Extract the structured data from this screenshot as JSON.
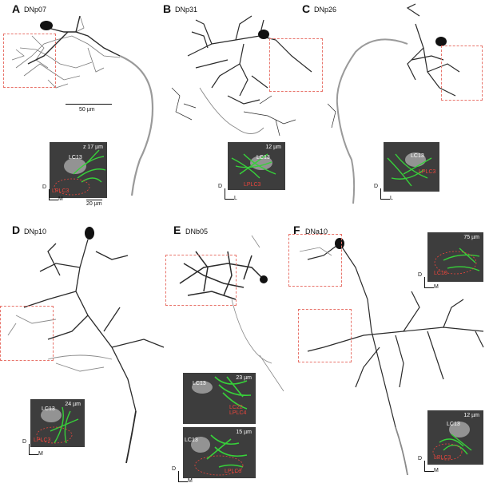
{
  "panels": [
    {
      "letter": "A",
      "name": "DNp07",
      "inset_depth": "z 17 µm",
      "inset_white_label": "LC13",
      "inset_red_label": "LPLC3",
      "axis_vertical": "D",
      "axis_horizontal": "M",
      "scalebar_main": "50 µm",
      "scalebar_inset": "20 µm"
    },
    {
      "letter": "B",
      "name": "DNp31",
      "inset_depth": "12 µm",
      "inset_white_label": "LC13",
      "inset_red_label": "LPLC3",
      "axis_vertical": "D",
      "axis_horizontal": "L"
    },
    {
      "letter": "C",
      "name": "DNp26",
      "inset_depth": "",
      "inset_white_label": "LC13",
      "inset_red_label": "LPLC3",
      "axis_vertical": "D",
      "axis_horizontal": "L"
    },
    {
      "letter": "D",
      "name": "DNp10",
      "inset_depth": "24 µm",
      "inset_white_label": "LC13",
      "inset_red_label": "LPLC3",
      "axis_vertical": "D",
      "axis_horizontal": "M"
    },
    {
      "letter": "E",
      "name": "DNb05",
      "inset1_depth": "23 µm",
      "inset1_white_label": "LC13",
      "inset1_red_label": "LC22\nLPLC4",
      "inset2_depth": "15 µm",
      "inset2_white_label": "LC13",
      "inset2_red_label": "LPLC3",
      "axis_vertical": "D",
      "axis_horizontal": "M"
    },
    {
      "letter": "F",
      "name": "DNa10",
      "inset1_depth": "75 µm",
      "inset1_red_label": "LC10",
      "inset2_depth": "12 µm",
      "inset2_white_label": "LC13",
      "inset2_red_label": "LPLC3",
      "axis_vertical": "D",
      "axis_horizontal": "M"
    }
  ],
  "colors": {
    "neuron": "#2a2a2a",
    "neuron_light": "#8a8a8a",
    "roi_box": "#e8746b",
    "inset_bg": "#3d3d3d",
    "inset_fluor": "#37d13a",
    "red_label": "#e8453c"
  }
}
